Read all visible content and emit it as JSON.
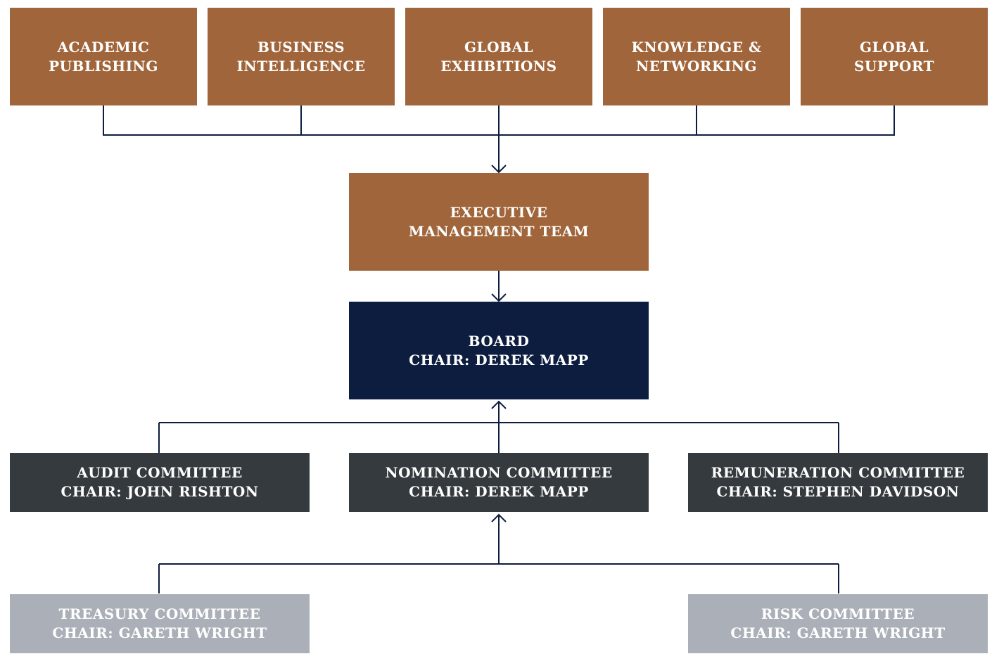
{
  "diagram": {
    "type": "organisation-chart",
    "colors": {
      "division": "#a0653a",
      "executive": "#a0653a",
      "board": "#0d1d3f",
      "primary_committee": "#343a3d",
      "secondary_committee": "#abb0b8",
      "connector": "#0d1d3f"
    },
    "divisions": [
      {
        "line1": "ACADEMIC",
        "line2": "PUBLISHING"
      },
      {
        "line1": "BUSINESS",
        "line2": "INTELLIGENCE"
      },
      {
        "line1": "GLOBAL",
        "line2": "EXHIBITIONS"
      },
      {
        "line1": "KNOWLEDGE &",
        "line2": "NETWORKING"
      },
      {
        "line1": "GLOBAL",
        "line2": "SUPPORT"
      }
    ],
    "executive": {
      "line1": "EXECUTIVE",
      "line2": "MANAGEMENT TEAM"
    },
    "board": {
      "line1": "BOARD",
      "line2": "CHAIR: DEREK MAPP"
    },
    "committees": [
      {
        "line1": "AUDIT COMMITTEE",
        "line2": "CHAIR: JOHN RISHTON"
      },
      {
        "line1": "NOMINATION COMMITTEE",
        "line2": "CHAIR: DEREK MAPP"
      },
      {
        "line1": "REMUNERATION COMMITTEE",
        "line2": "CHAIR: STEPHEN DAVIDSON"
      }
    ],
    "sub_committees": [
      {
        "line1": "TREASURY COMMITTEE",
        "line2": "CHAIR: GARETH WRIGHT"
      },
      {
        "line1": "RISK COMMITTEE",
        "line2": "CHAIR: GARETH WRIGHT"
      }
    ],
    "edges": [
      {
        "from": "divisions",
        "to": "executive",
        "arrow": "down"
      },
      {
        "from": "executive",
        "to": "board",
        "arrow": "down"
      },
      {
        "from": "committees",
        "to": "board",
        "arrow": "up"
      },
      {
        "from": "sub_committees",
        "to": "nomination-committee",
        "arrow": "up"
      }
    ]
  }
}
